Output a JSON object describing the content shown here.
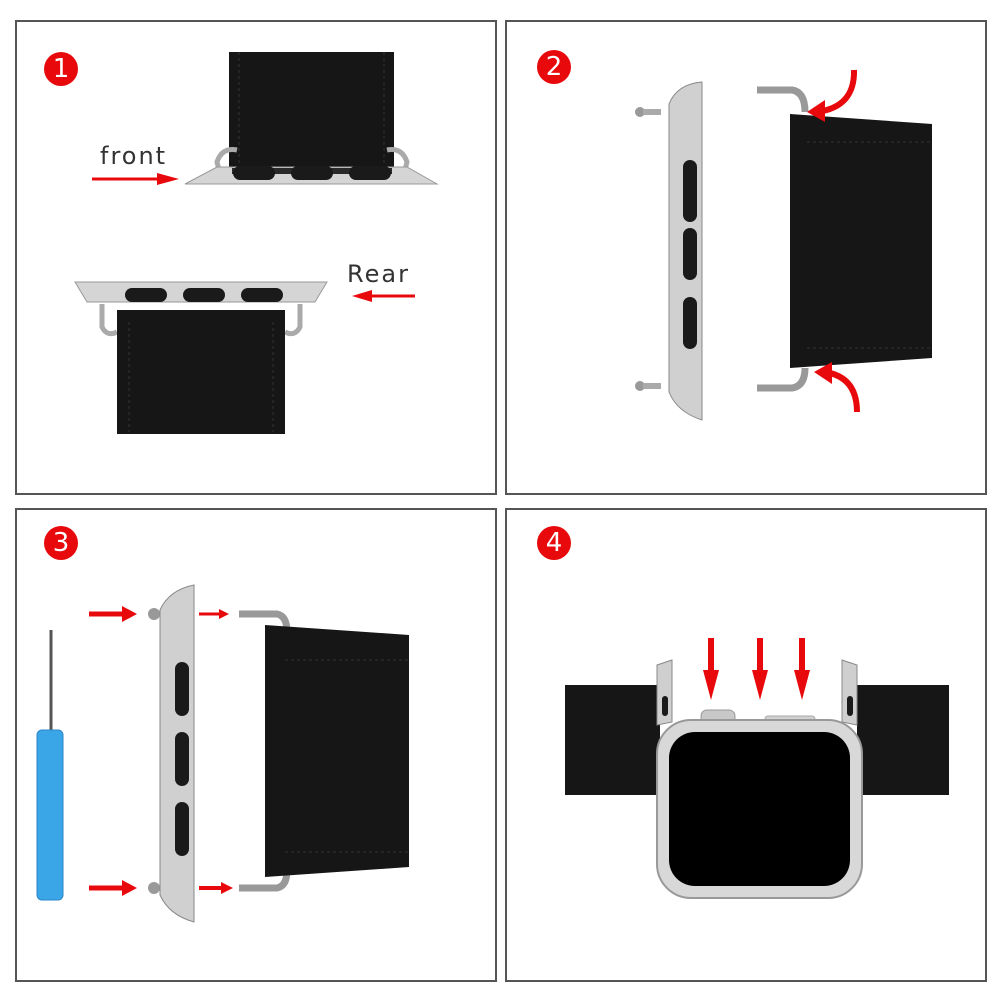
{
  "steps": [
    {
      "number": "1",
      "labels": {
        "front": "front",
        "rear": "Rear"
      }
    },
    {
      "number": "2"
    },
    {
      "number": "3"
    },
    {
      "number": "4"
    }
  ],
  "colors": {
    "badge": "#e8090c",
    "arrow": "#e8090c",
    "leather": "#151515",
    "metal": "#c9c9c9",
    "screwdriver": "#3aa6e8",
    "border": "#555555"
  }
}
